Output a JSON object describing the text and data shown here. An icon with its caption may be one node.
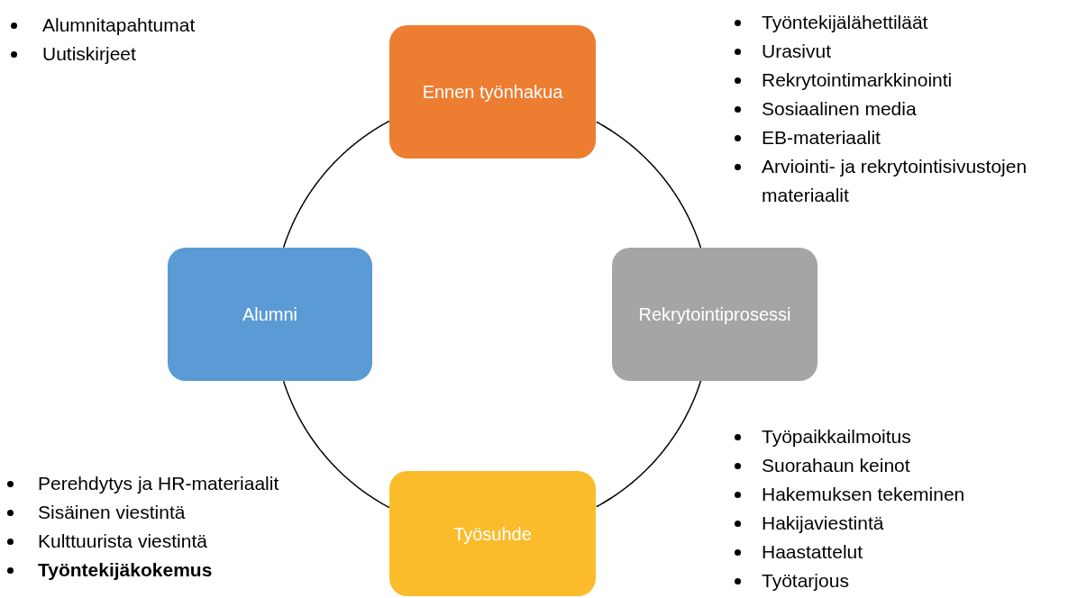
{
  "diagram": {
    "nodes": [
      {
        "text": [
          "Ennen työnhakua"
        ]
      },
      {
        "text": [
          "Rekrytointiprosessi"
        ]
      },
      {
        "text": [
          "Työsuhde"
        ]
      },
      {
        "text": [
          "Alumni"
        ]
      }
    ],
    "edges": [
      {
        "from": 0,
        "to": 1,
        "arrow": "none"
      },
      {
        "from": 1,
        "to": 2,
        "arrow": "none"
      },
      {
        "from": 2,
        "to": 3,
        "arrow": "none"
      },
      {
        "from": 3,
        "to": 0,
        "arrow": "none"
      }
    ],
    "labels": [
      "Alumnitapahtumat",
      "Uutiskirjeet",
      "Työntekijälähettiläät",
      "Urasivut",
      "Rekrytointimarkkinointi",
      "Sosiaalinen media",
      "EB-materiaalit",
      "Arviointi- ja rekrytointisivustojen materiaalit",
      "Perehdytys ja HR-materiaalit",
      "Sisäinen viestintä",
      "Kulttuurista viestintä",
      "**Työntekijäkokemus**",
      "Työpaikkailmoitus",
      "Suorahaun keinot",
      "Hakemuksen tekeminen",
      "Hakijaviestintä",
      "Haastattelut",
      "Työtarjous"
    ]
  }
}
